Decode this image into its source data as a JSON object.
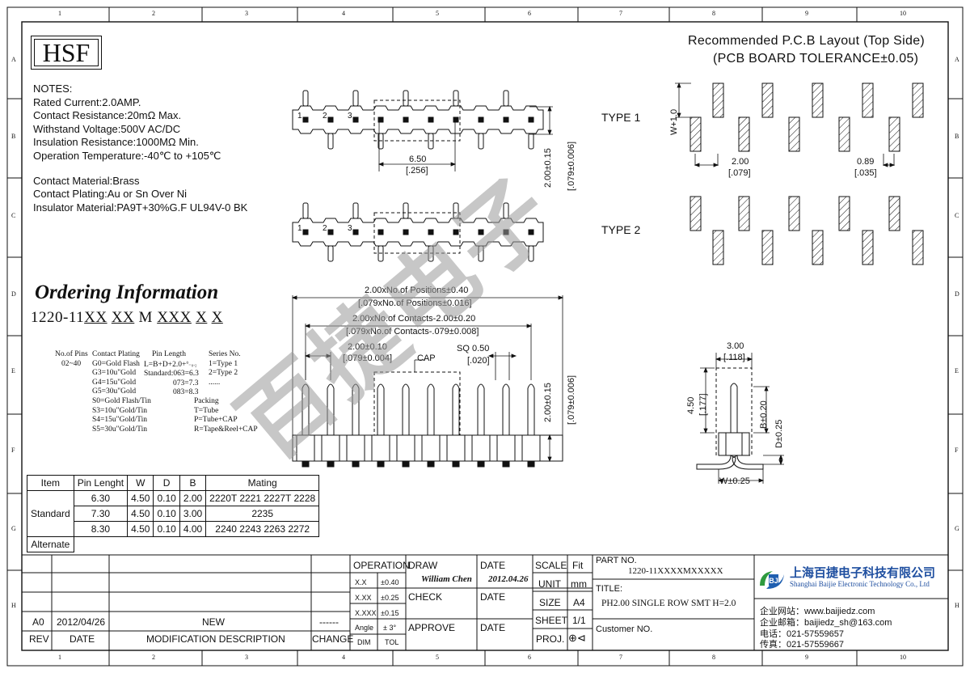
{
  "border": {
    "cols": [
      "1",
      "2",
      "3",
      "4",
      "5",
      "6",
      "7",
      "8",
      "9",
      "10"
    ],
    "rows": [
      "A",
      "B",
      "C",
      "D",
      "E",
      "F",
      "G",
      "H"
    ]
  },
  "logo": "HSF",
  "watermark": "百捷电子",
  "pcb_title": {
    "line1": "Recommended P.C.B Layout (Top Side)",
    "line2": "(PCB BOARD TOLERANCE±0.05)"
  },
  "notes": [
    "NOTES:",
    "Rated Current:2.0AMP.",
    "Contact Resistance:20mΩ Max.",
    "Withstand Voltage:500V AC/DC",
    "Insulation Resistance:1000MΩ Min.",
    "Operation Temperature:-40℃ to +105℃",
    "Contact Material:Brass",
    "Contact Plating:Au or Sn Over Ni",
    "Insulator Material:PA9T+30%G.F UL94V-0 BK"
  ],
  "types": {
    "type1": "TYPE 1",
    "type2": "TYPE 2",
    "pin_labels": [
      "1",
      "2",
      "3"
    ]
  },
  "dims": {
    "pitch_650": "6.50",
    "pitch_650_in": "[.256]",
    "h_200": "2.00±0.15",
    "h_200_in": "[.079±0.006]",
    "pcb_w": "W+1.0",
    "pcb_200": "2.00",
    "pcb_200_in": "[.079]",
    "pcb_089": "0.89",
    "pcb_089_in": "[.035]",
    "pos_total": "2.00xNo.of Positions±0.40",
    "pos_total_in": "[.079xNo.of Positions±0.016]",
    "contacts": "2.00xNo.of Contacts-2.00±0.20",
    "contacts_in": "[.079xNo.of Contacts-.079±0.008]",
    "pitch": "2.00±0.10",
    "pitch_in": "[.079±0.004]",
    "cap": "CAP",
    "sq": "SQ 0.50",
    "sq_in": "[.020]",
    "h2": "2.00±0.15",
    "h2_in": "[.079±0.006]",
    "side_300": "3.00",
    "side_300_in": "[.118]",
    "side_450": "4.50",
    "side_450_in": "[.177]",
    "side_b": "B±0.20",
    "side_d": "D±0.25",
    "side_w": "W±0.25"
  },
  "ordering": {
    "title": "Ordering Information",
    "code_prefix": "1220-11",
    "code_xx1": "XX",
    "code_xx2": "XX",
    "code_m": "M",
    "code_xxx": "XXX",
    "code_x1": "X",
    "code_x2": "X",
    "pins_h": "No.of Pins",
    "pins_v": "02~40",
    "plating_h": "Contact Plating",
    "plating": [
      "G0=Gold Flash",
      "G3=10u\"Gold",
      "G4=15u\"Gold",
      "G5=30u\"Gold",
      "S0=Gold Flash/Tin",
      "S3=10u\"Gold/Tin",
      "S4=15u\"Gold/Tin",
      "S5=30u\"Gold/Tin"
    ],
    "pinlen_h": "Pin Length",
    "pinlen": [
      "L=B+D+2.0+",
      "Standard:063=6.3",
      "073=7.3",
      "083=8.3"
    ],
    "series_h": "Series No.",
    "series": [
      "1=Type 1",
      "2=Type 2",
      "......"
    ],
    "pack_h": "Packing",
    "pack": [
      "T=Tube",
      "P=Tube+CAP",
      "R=Tape&Reel+CAP"
    ]
  },
  "mating_table": {
    "headers": [
      "Item",
      "Pin Lenght",
      "W",
      "D",
      "B",
      "Mating"
    ],
    "standard_label": "Standard",
    "alternate_label": "Alternate",
    "rows": [
      [
        "6.30",
        "4.50",
        "0.10",
        "2.00",
        "2220T 2221 2227T 2228"
      ],
      [
        "7.30",
        "4.50",
        "0.10",
        "3.00",
        "2235"
      ],
      [
        "8.30",
        "4.50",
        "0.10",
        "4.00",
        "2240 2243 2263 2272"
      ]
    ]
  },
  "title_block": {
    "rev_row": [
      "A0",
      "2012/04/26",
      "NEW",
      "------"
    ],
    "rev_headers": [
      "REV",
      "DATE",
      "MODIFICATION DESCRIPTION",
      "CHANGE"
    ],
    "operation": "OPERATION",
    "tol": [
      [
        "X.X",
        "±0.40"
      ],
      [
        "X.XX",
        "±0.25"
      ],
      [
        "X.XXX",
        "±0.15"
      ],
      [
        "Angle",
        "± 3°"
      ]
    ],
    "dim": "DIM",
    "tol_label": "TOL",
    "draw": "DRAW",
    "draw_name": "William Chen",
    "check": "CHECK",
    "approve": "APPROVE",
    "date": "DATE",
    "draw_date": "2012.04.26",
    "scale": "SCALE",
    "fit": "Fit",
    "unit": "UNIT",
    "unit_v": "mm",
    "size": "SIZE",
    "size_v": "A4",
    "sheet": "SHEET",
    "sheet_v": "1/1",
    "proj": "PROJ.",
    "part_no": "PART NO.",
    "part_no_v": "1220-11XXXXMXXXXX",
    "title": "TITLE:",
    "title_v": "PH2.00 SINGLE ROW SMT H=2.0",
    "customer": "Customer NO.",
    "company_cn": "上海百捷电子科技有限公司",
    "company_en": "Shanghai Baijie Electronic Technology Co., Ltd",
    "web": "企业网站：www.baijiedz.com",
    "mail": "企业邮箱：baijiedz_sh@163.com",
    "tel": "电话：021-57559657",
    "fax": "传真：021-57559667"
  },
  "colors": {
    "line": "#111111",
    "watermark": "#9a9a9a",
    "logo_blue": "#1f5fb0",
    "logo_green": "#2e9a3e"
  }
}
